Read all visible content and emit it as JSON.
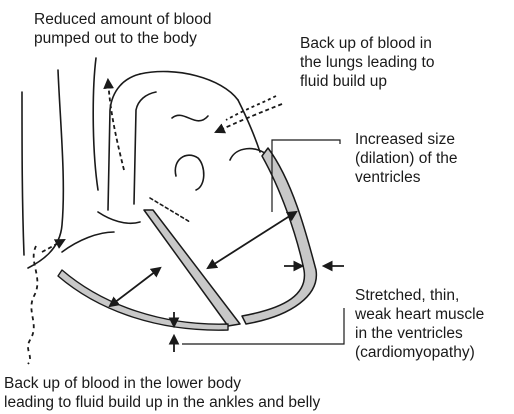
{
  "labels": {
    "reduced_blood": [
      "Reduced amount of blood",
      "pumped out to the body"
    ],
    "backup_lungs": [
      "Back up of blood in",
      "the lungs leading to",
      "fluid build up"
    ],
    "increased_size": [
      "Increased size",
      "(dilation) of the",
      "ventricles"
    ],
    "stretched_muscle": [
      "Stretched, thin,",
      "weak heart muscle",
      "in the ventricles",
      "(cardiomyopathy)"
    ],
    "backup_lower_body": [
      "Back up of blood in the lower body",
      "leading to fluid build up in the ankles and belly"
    ]
  },
  "colors": {
    "outline": "#1a1a1a",
    "muscle_fill": "#c8c8c8",
    "background": "#ffffff"
  }
}
